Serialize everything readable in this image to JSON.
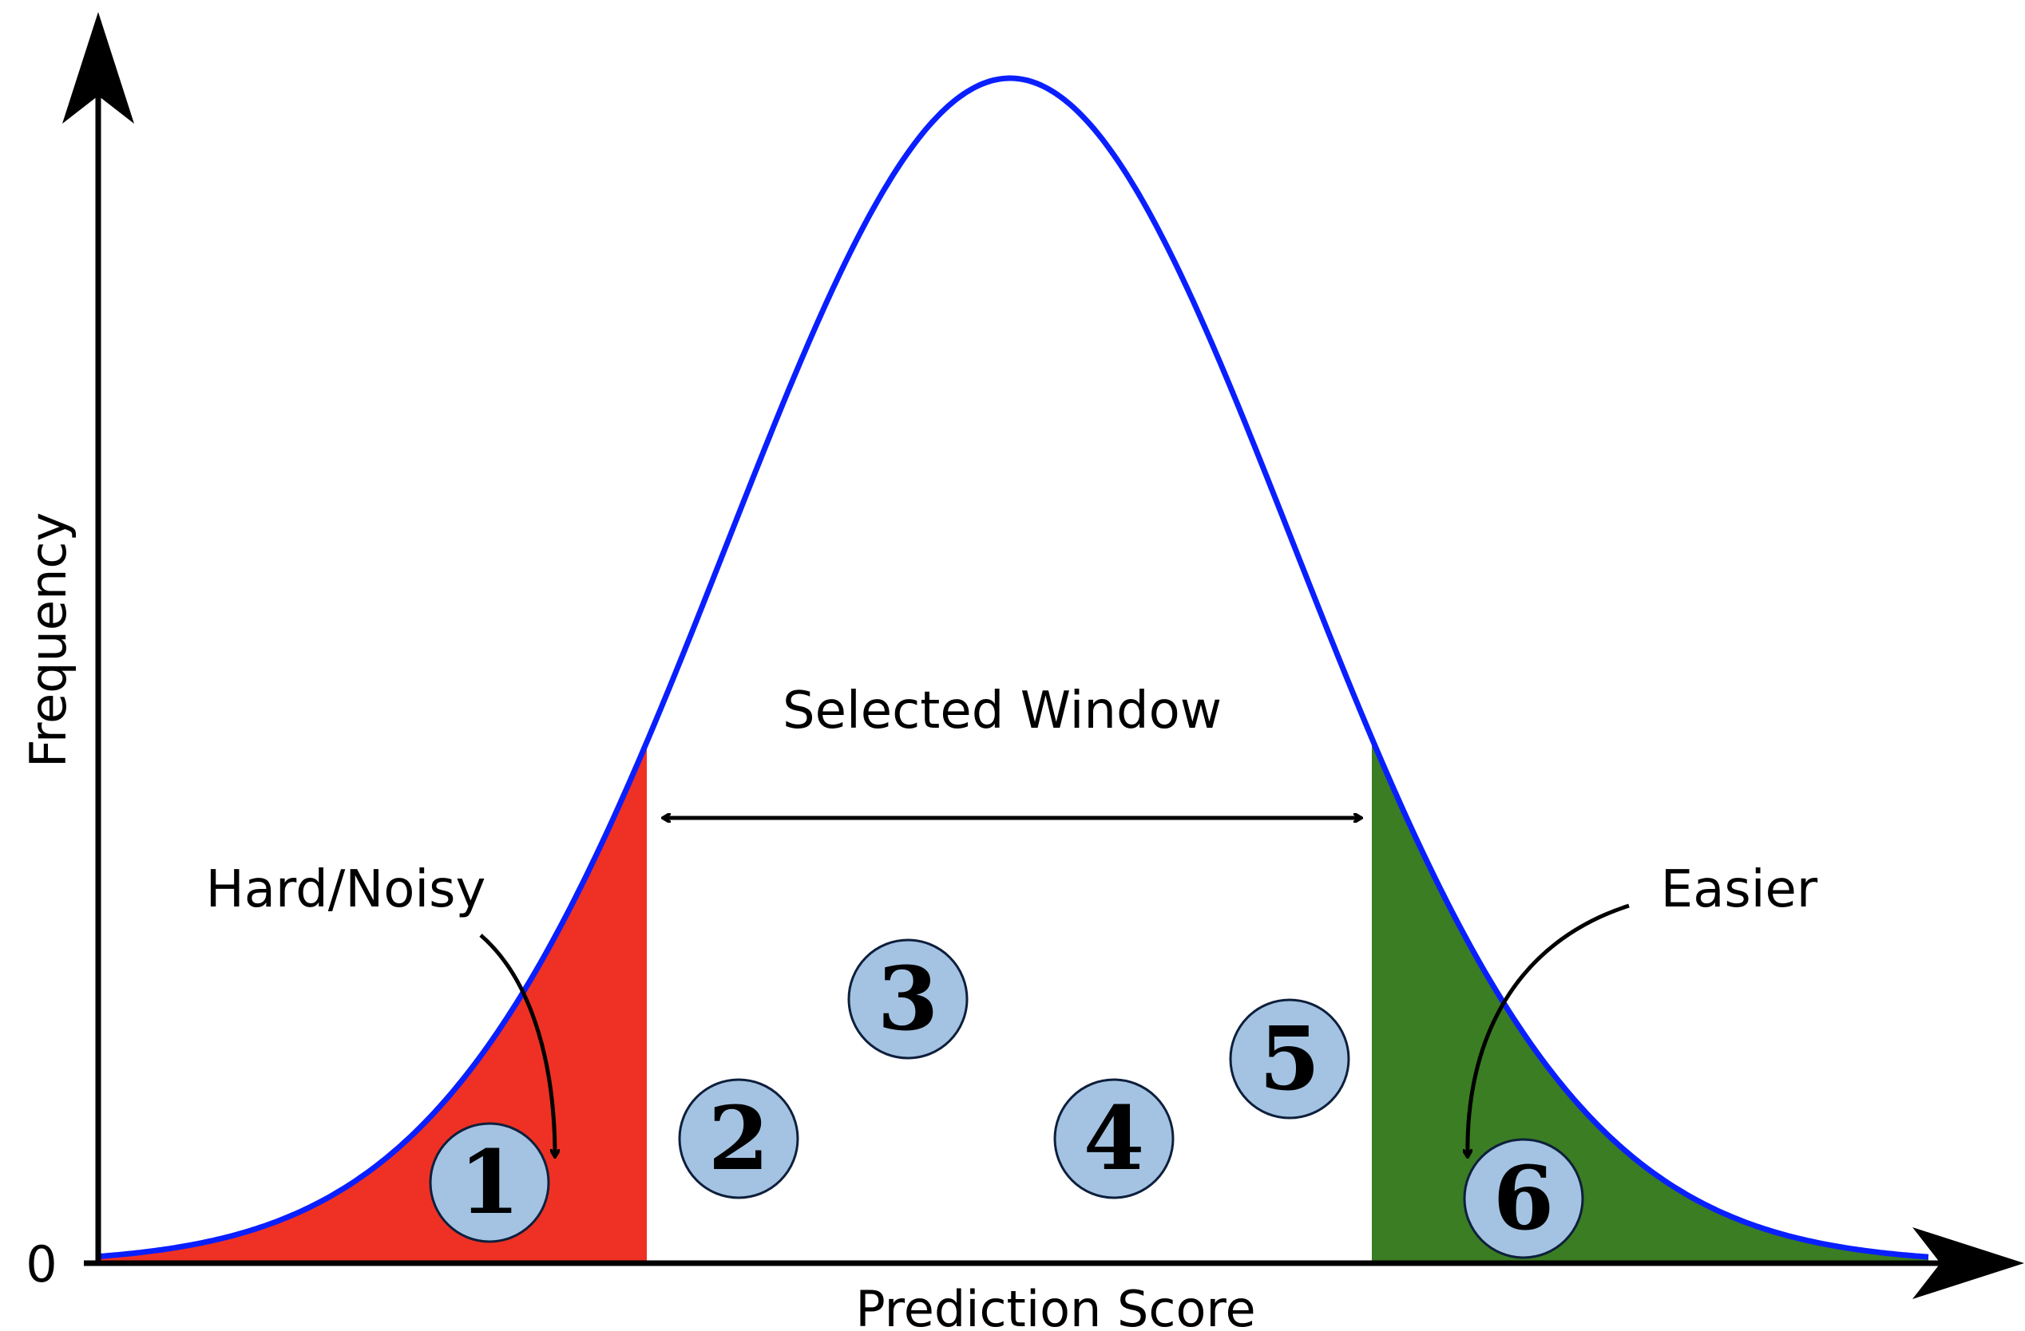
{
  "diagram": {
    "axes": {
      "x_label": "Prediction Score",
      "y_label": "Frequency",
      "y_zero_label": "0"
    },
    "regions": {
      "hard": {
        "label": "Hard/Noisy",
        "color": "#ee3124"
      },
      "window": {
        "label": "Selected Window"
      },
      "easy": {
        "label": "Easier",
        "color": "#3a7d22"
      }
    },
    "curve": {
      "color": "#0a1fff"
    },
    "badges": {
      "fill": "#a4c3e2",
      "items": [
        "1",
        "2",
        "3",
        "4",
        "5",
        "6"
      ]
    }
  }
}
